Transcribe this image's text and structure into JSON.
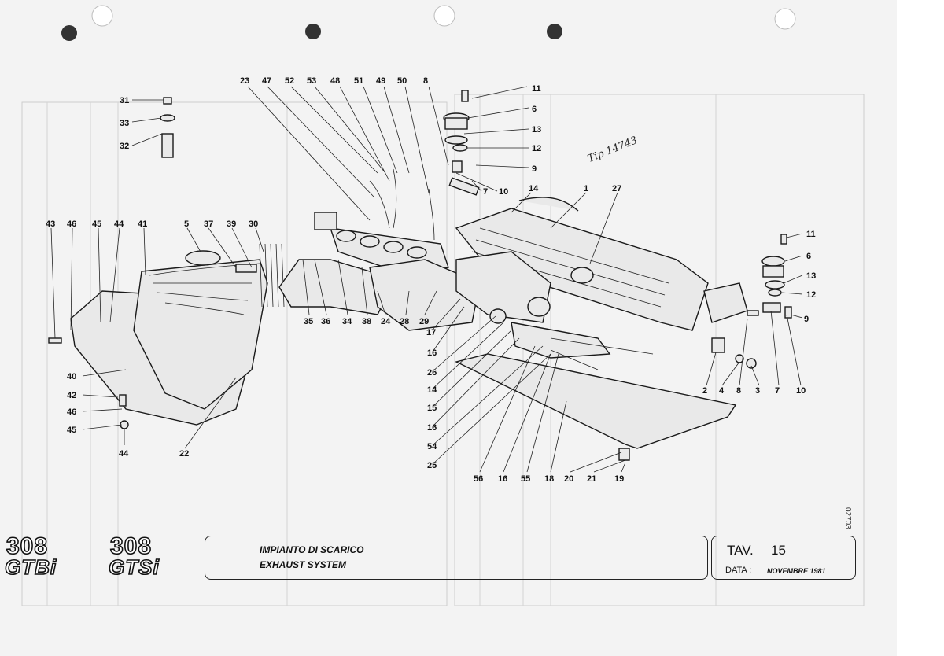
{
  "title": {
    "italian": "IMPIANTO DI SCARICO",
    "english": "EXHAUST SYSTEM"
  },
  "models": [
    {
      "line1": "308",
      "line2": "GTBi"
    },
    {
      "line1": "308",
      "line2": "GTSi"
    }
  ],
  "plate": {
    "tav_label": "TAV.",
    "tav_number": "15",
    "data_label": "DATA :",
    "data_value": "NOVEMBRE 1981"
  },
  "document_number": "02703",
  "handwritten_note": "Tip 14743",
  "callouts": [
    "23",
    "47",
    "52",
    "53",
    "48",
    "51",
    "49",
    "50",
    "8",
    "11",
    "6",
    "13",
    "12",
    "9",
    "10",
    "7",
    "14",
    "1",
    "27",
    "31",
    "33",
    "32",
    "43",
    "46",
    "45",
    "44",
    "41",
    "5",
    "37",
    "39",
    "30",
    "35",
    "36",
    "34",
    "38",
    "24",
    "28",
    "29",
    "17",
    "16",
    "26",
    "14",
    "15",
    "16",
    "54",
    "25",
    "56",
    "16",
    "55",
    "18",
    "20",
    "21",
    "19",
    "11",
    "6",
    "13",
    "12",
    "9",
    "10",
    "7",
    "3",
    "8",
    "4",
    "2",
    "40",
    "42",
    "46",
    "45",
    "44",
    "22"
  ]
}
